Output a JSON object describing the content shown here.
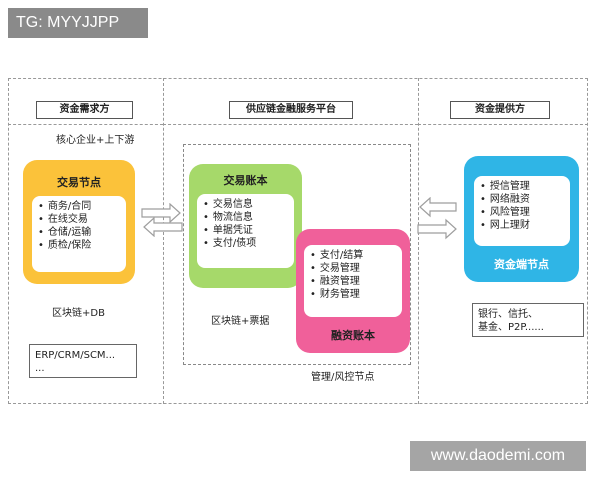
{
  "watermarks": {
    "top": "TG: MYYJJPP",
    "bottom": "www.daodemi.com"
  },
  "sections": {
    "left": "资金需求方",
    "middle": "供应链金融服务平台",
    "right": "资金提供方"
  },
  "left": {
    "subtitle": "核心企业+上下游",
    "node_title": "交易节点",
    "items": [
      "商务/合同",
      "在线交易",
      "仓储/运输",
      "质检/保险"
    ],
    "footer": "区块链+DB",
    "box_lines": [
      "ERP/CRM/SCM...",
      "..."
    ]
  },
  "middle": {
    "ledger_title": "交易账本",
    "ledger_items": [
      "交易信息",
      "物流信息",
      "单据凭证",
      "支付/债项"
    ],
    "finance_title": "融资账本",
    "finance_items": [
      "支付/结算",
      "交易管理",
      "融资管理",
      "财务管理"
    ],
    "footer": "区块链+票据",
    "mgmt_label": "管理/风控节点"
  },
  "right": {
    "node_title": "资金端节点",
    "items": [
      "授信管理",
      "网络融资",
      "风险管理",
      "网上理财"
    ],
    "box_lines": [
      "银行、信托、",
      "基金、P2P......"
    ]
  },
  "colors": {
    "trade_node": "#fbc23a",
    "ledger_node": "#a6d96a",
    "finance_node": "#f0609a",
    "fund_node": "#2fb5e6",
    "arrow": "#9e9e9e"
  }
}
